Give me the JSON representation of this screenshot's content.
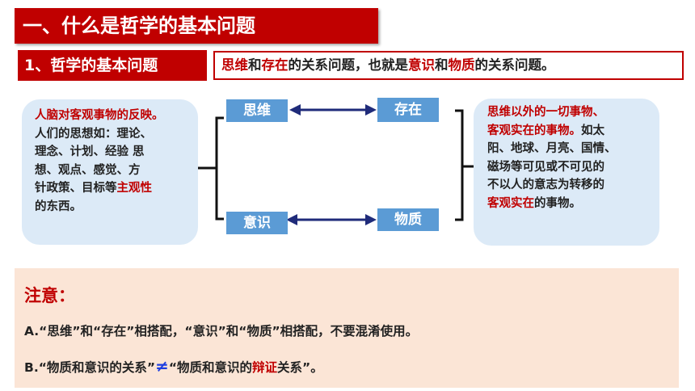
{
  "section_title": "一、什么是哲学的基本问题",
  "sub_title": "1、哲学的基本问题",
  "definition": {
    "p1": "思维",
    "p2": "和",
    "p3": "存在",
    "p4": "的关系问题，也就是",
    "p5": "意识",
    "p6": "和",
    "p7": "物质",
    "p8": "的关系问题。"
  },
  "left_box": {
    "l1": "人脑对客观事物的反映。",
    "l2": "人们的思想如：理论、",
    "l3": "理念、计划、经验 思",
    "l4": "想、观点、感觉、方",
    "l5a": "针政策、目标等",
    "l5b": "主观性",
    "l6": "的东西。"
  },
  "diagram": {
    "thinking": "思维",
    "existence": "存在",
    "consciousness": "意识",
    "matter": "物质"
  },
  "right_box": {
    "l1": "思维以外的一切事物、",
    "l2a": "客观实在的事物。",
    "l2b": "如太",
    "l3": "阳、地球、月亮、国情、",
    "l4": "磁场等可见或不可见的",
    "l5": "不以人的意志为转移的",
    "l6a": "客观实在",
    "l6b": "的事物。"
  },
  "note": {
    "title": "注意：",
    "line_a": "A.“思维”和“存在”相搭配，“意识”和“物质”相搭配，不要混淆使用。",
    "line_b1": "B.“物质和意识的关系”",
    "neq": "≠",
    "line_b2": "“物质和意识的",
    "line_b3": "辩证",
    "line_b4": "关系”。"
  },
  "colors": {
    "accent_red": "#c00000",
    "concept_blue": "#5b9bd5",
    "side_box_bg": "#dceaf7",
    "note_bg": "#fbe5d6",
    "arrow_navy": "#1f2b7a"
  }
}
